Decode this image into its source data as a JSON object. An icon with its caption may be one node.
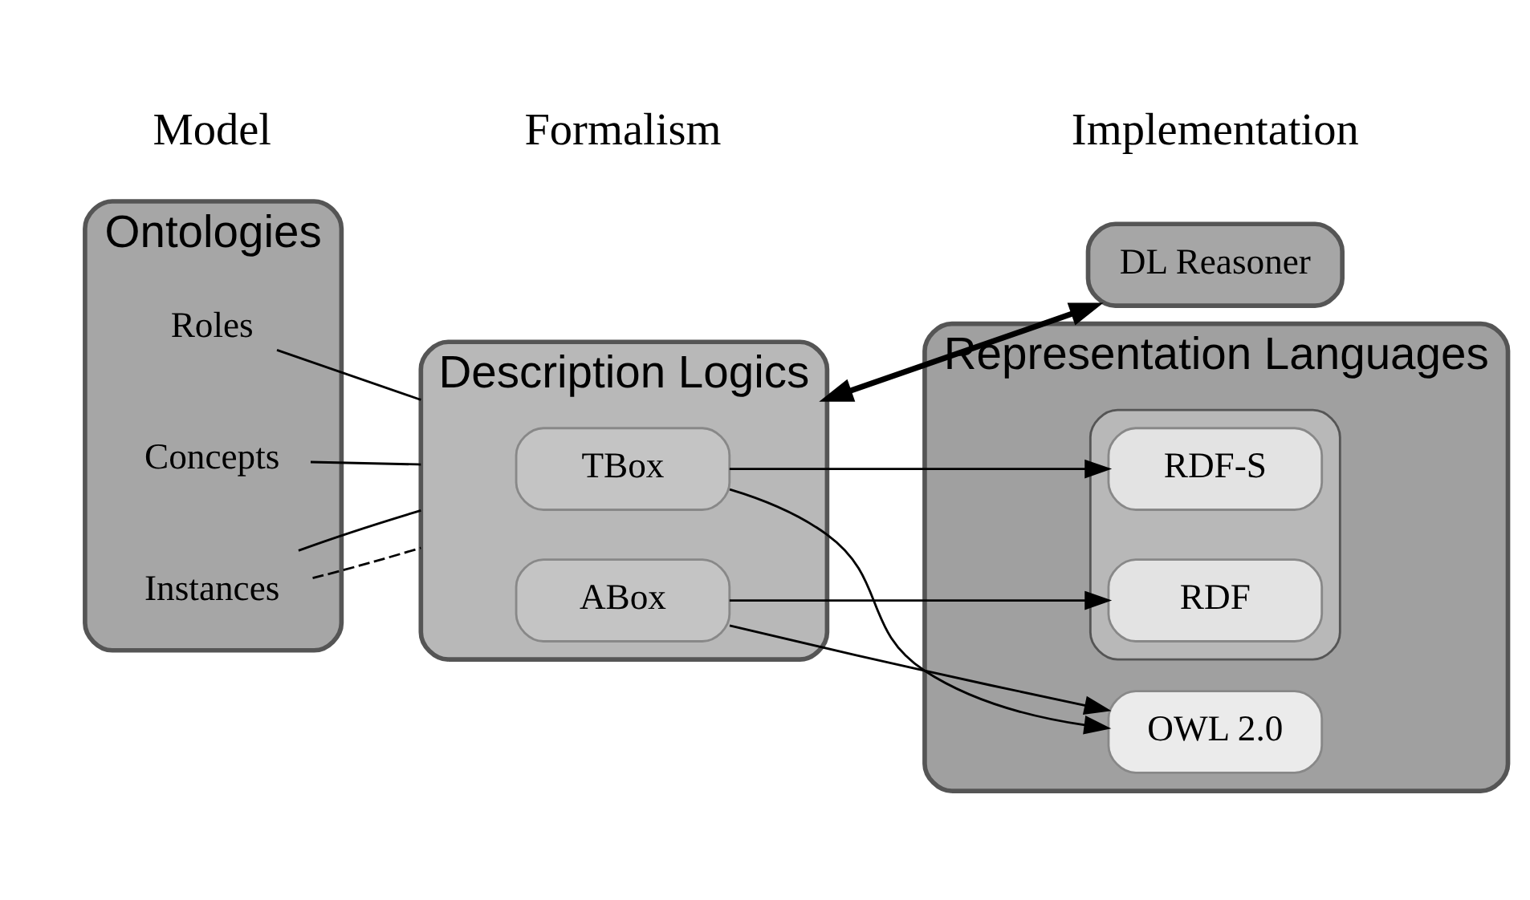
{
  "diagram": {
    "nodes": [
      {
        "text": [
          "Ontologies"
        ]
      },
      {
        "text": [
          "Concepts"
        ],
        "in": 0
      },
      {
        "text": [
          "Roles"
        ],
        "in": 0
      },
      {
        "text": [
          "Instances"
        ],
        "in": 0
      },
      {
        "text": [
          "Description Logics"
        ]
      },
      {
        "text": [
          "TBox"
        ],
        "in": 4
      },
      {
        "text": [
          "ABox"
        ],
        "in": 4
      },
      {
        "text": [
          "DL Reasoner"
        ]
      },
      {
        "text": [
          "Representation Languages"
        ]
      },
      {
        "text": [
          "OWL 2.0"
        ],
        "in": 8
      },
      {
        "text": [],
        "shape": "box",
        "in": 8
      },
      {
        "text": [
          "RDF-S"
        ],
        "in": 10
      },
      {
        "text": [
          "RDF"
        ],
        "in": 10
      }
    ],
    "edges": [
      {
        "from": 1,
        "to": 4,
        "arrow": "none"
      },
      {
        "from": 2,
        "to": 4,
        "arrow": "none"
      },
      {
        "from": 3,
        "to": 4,
        "arrow": "none",
        "style": "dashed"
      },
      {
        "from": 3,
        "to": 4,
        "arrow": "none"
      },
      {
        "from": 5,
        "to": 9,
        "arrow": "to"
      },
      {
        "from": 5,
        "to": 11,
        "arrow": "to"
      },
      {
        "from": 6,
        "to": 9,
        "arrow": "to"
      },
      {
        "from": 6,
        "to": 12,
        "arrow": "to"
      },
      {
        "from": 4,
        "to": 7,
        "arrow": "both",
        "style": "thick"
      }
    ],
    "labels": [
      "Model",
      "Formalism",
      "Implementation"
    ]
  }
}
